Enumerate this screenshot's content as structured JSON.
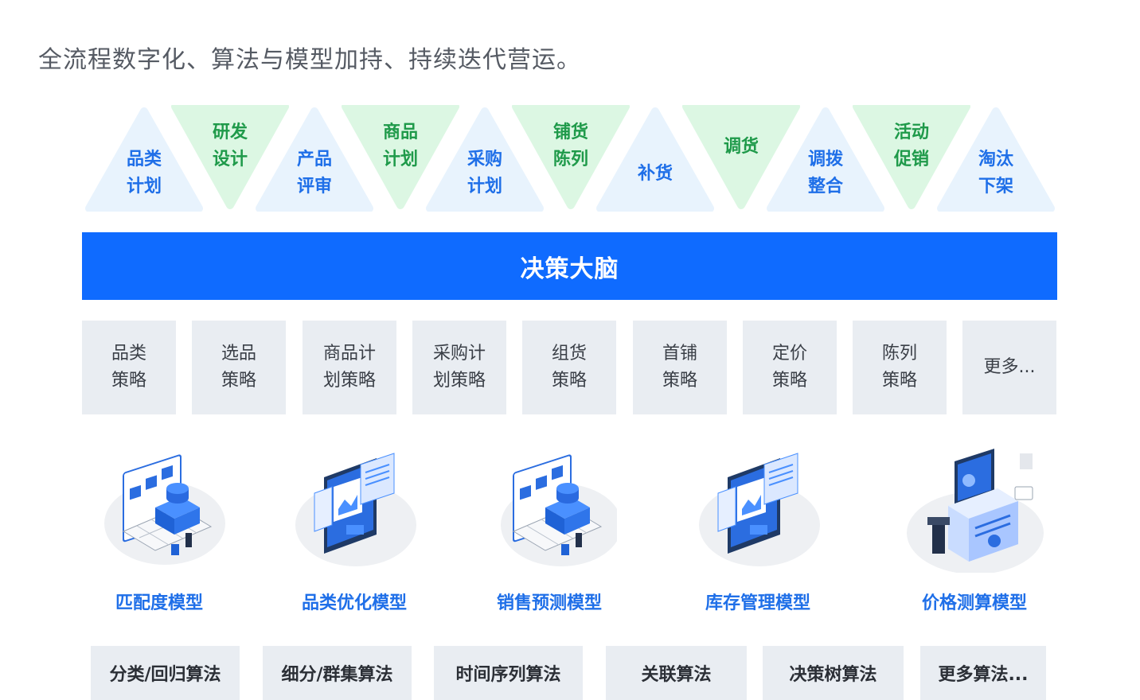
{
  "headline": "全流程数字化、算法与模型加持、持续迭代营运。",
  "process_steps": [
    {
      "line1": "品类",
      "line2": "计划"
    },
    {
      "line1": "研发",
      "line2": "设计"
    },
    {
      "line1": "产品",
      "line2": "评审"
    },
    {
      "line1": "商品",
      "line2": "计划"
    },
    {
      "line1": "采购",
      "line2": "计划"
    },
    {
      "line1": "铺货",
      "line2": "陈列"
    },
    {
      "line1": "补货",
      "line2": ""
    },
    {
      "line1": "调货",
      "line2": ""
    },
    {
      "line1": "调拨",
      "line2": "整合"
    },
    {
      "line1": "活动",
      "line2": "促销"
    },
    {
      "line1": "淘汰",
      "line2": "下架"
    }
  ],
  "decision_brain": "决策大脑",
  "strategies": [
    {
      "line1": "品类",
      "line2": "策略"
    },
    {
      "line1": "选品",
      "line2": "策略"
    },
    {
      "line1": "商品计",
      "line2": "划策略"
    },
    {
      "line1": "采购计",
      "line2": "划策略"
    },
    {
      "line1": "组货",
      "line2": "策略"
    },
    {
      "line1": "首铺",
      "line2": "策略"
    },
    {
      "line1": "定价",
      "line2": "策略"
    },
    {
      "line1": "陈列",
      "line2": "策略"
    },
    {
      "line1": "更多...",
      "line2": ""
    }
  ],
  "models": [
    {
      "name": "匹配度模型",
      "icon": "warehouse-grid-icon"
    },
    {
      "name": "品类优化模型",
      "icon": "product-cards-icon"
    },
    {
      "name": "销售预测模型",
      "icon": "warehouse-grid-icon"
    },
    {
      "name": "库存管理模型",
      "icon": "product-cards-icon"
    },
    {
      "name": "价格测算模型",
      "icon": "data-machine-icon"
    }
  ],
  "algorithms": [
    "分类/回归算法",
    "细分/群集算法",
    "时间序列算法",
    "关联算法",
    "决策树算法",
    "更多算法..."
  ],
  "colors": {
    "brain": "#0f6bff",
    "up_triangle": "#e8f3fd",
    "down_triangle": "#dcf7e3",
    "up_text": "#1f6fe8",
    "down_text": "#1f9a4a",
    "box": "#e9edf2"
  }
}
